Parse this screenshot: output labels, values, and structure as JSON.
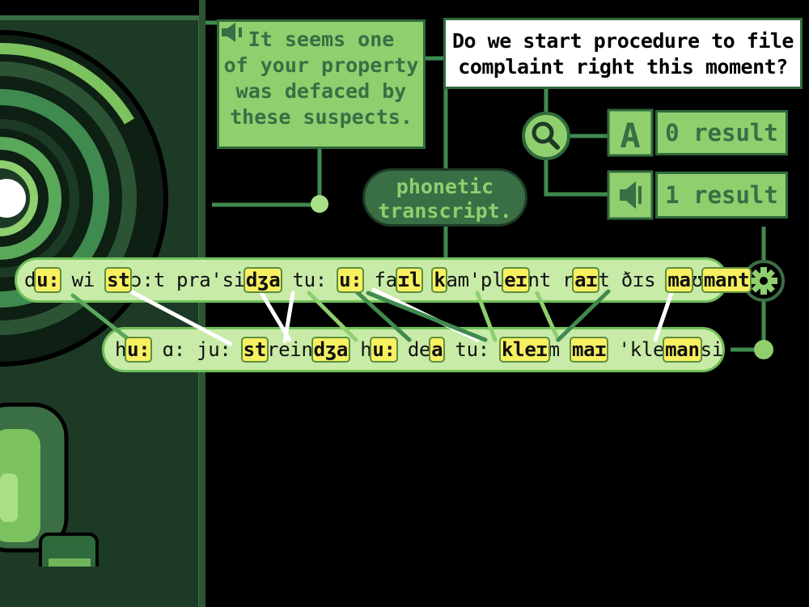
{
  "dialog": {
    "info_text_lines": [
      "It seems one",
      "of your property",
      "was defaced by",
      "these suspects."
    ],
    "question_lines": [
      "Do we start procedure to file",
      "complaint right this moment?"
    ]
  },
  "phonetic_label_lines": [
    "phonetic",
    "transcript."
  ],
  "search": {
    "icon": "magnifier-icon",
    "text_result": {
      "icon": "letter-a-icon",
      "label": "0 result"
    },
    "audio_result": {
      "icon": "speaker-icon",
      "label": "1 result"
    }
  },
  "settings_icon": "gear-icon",
  "transcripts": {
    "line1": [
      {
        "t": "d"
      },
      {
        "t": "u:",
        "h": true
      },
      {
        "t": " wi "
      },
      {
        "t": "st",
        "h": true
      },
      {
        "t": "ɔ:t pra'si"
      },
      {
        "t": "dʒa",
        "h": true
      },
      {
        "t": " tu: "
      },
      {
        "t": "u:",
        "h": true
      },
      {
        "t": " fa"
      },
      {
        "t": "ɪl",
        "h": true
      },
      {
        "t": " "
      },
      {
        "t": "k",
        "h": true
      },
      {
        "t": "am'pl"
      },
      {
        "t": "eɪ",
        "h": true
      },
      {
        "t": "nt r"
      },
      {
        "t": "aɪ",
        "h": true
      },
      {
        "t": "t ðɪs "
      },
      {
        "t": "ma",
        "h": true
      },
      {
        "t": "ʊ"
      },
      {
        "t": "mant",
        "h": true
      }
    ],
    "line2": [
      {
        "t": "h"
      },
      {
        "t": "u:",
        "h": true
      },
      {
        "t": " ɑ: ju: "
      },
      {
        "t": "st",
        "h": true
      },
      {
        "t": "rein"
      },
      {
        "t": "dʒa",
        "h": true
      },
      {
        "t": " h"
      },
      {
        "t": "u:",
        "h": true
      },
      {
        "t": " de"
      },
      {
        "t": "a",
        "h": true
      },
      {
        "t": " tu: "
      },
      {
        "t": "kleɪ",
        "h": true
      },
      {
        "t": "m "
      },
      {
        "t": "maɪ",
        "h": true
      },
      {
        "t": " 'kle"
      },
      {
        "t": "man",
        "h": true
      },
      {
        "t": "si"
      }
    ]
  },
  "colors": {
    "light_green": "#8fcf6e",
    "mid_green": "#3a6e44",
    "dark_green": "#2f6a3c",
    "highlight_yellow": "#f7f060",
    "bar_fill": "#c8eba8"
  }
}
